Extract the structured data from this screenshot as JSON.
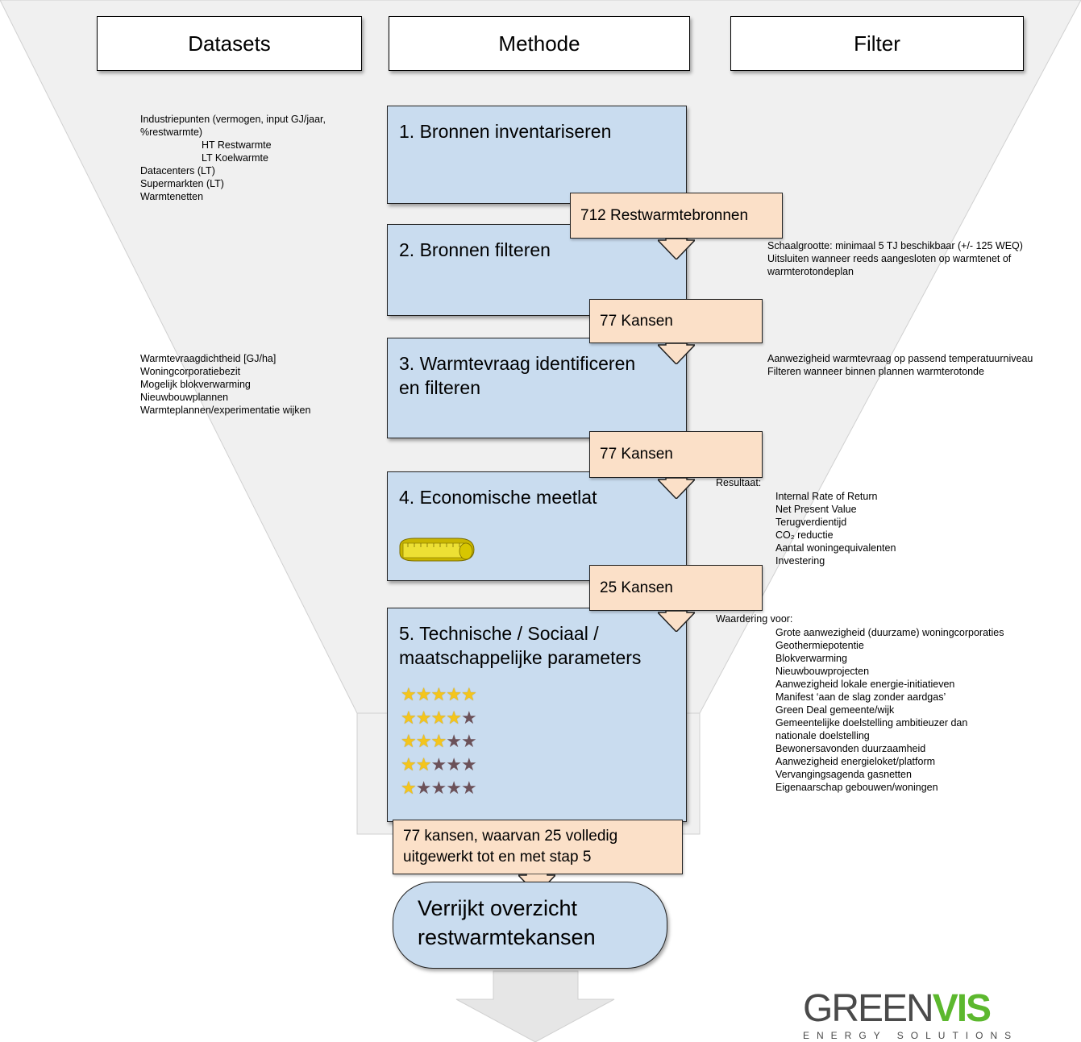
{
  "headers": {
    "datasets": "Datasets",
    "methode": "Methode",
    "filter": "Filter"
  },
  "steps": {
    "s1": "1. Bronnen inventariseren",
    "s2": "2. Bronnen filteren",
    "s3": "3. Warmtevraag identificeren en filteren",
    "s4": "4. Economische meetlat",
    "s5": "5. Technische / Sociaal / maatschappelijke parameters"
  },
  "tags": {
    "t1": "712 Restwarmtebronnen",
    "t2": "77 Kansen",
    "t3": "77 Kansen",
    "t4": "25 Kansen",
    "t5": "77 kansen, waarvan 25 volledig uitgewerkt tot en met stap 5"
  },
  "result_box": "Verrijkt overzicht restwarmtekansen",
  "bullet": "",
  "datasets_top": [
    {
      "text": "Industriepunten (vermogen, input GJ/jaar, %restwarmte)",
      "level": 1
    },
    {
      "text": "HT Restwarmte",
      "level": 2
    },
    {
      "text": "LT Koelwarmte",
      "level": 2
    },
    {
      "text": "Datacenters (LT)",
      "level": 1
    },
    {
      "text": "Supermarkten (LT)",
      "level": 1
    },
    {
      "text": "Warmtenetten",
      "level": 1
    }
  ],
  "datasets_mid": [
    "Warmtevraagdichtheid [GJ/ha]",
    "Woningcorporatiebezit",
    "Mogelijk blokverwarming",
    "Nieuwbouwplannen",
    "Warmteplannen/experimentatie wijken"
  ],
  "filter_2": [
    "Schaalgrootte: minimaal 5 TJ beschikbaar (+/- 125 WEQ)",
    "Uitsluiten wanneer reeds aangesloten op warmtenet of warmterotondeplan"
  ],
  "filter_3": [
    "Aanwezigheid warmtevraag op passend temperatuurniveau",
    "Filteren wanneer binnen plannen warmterotonde"
  ],
  "filter_4": {
    "heading": "Resultaat:",
    "items": [
      "Internal Rate of Return",
      "Net Present Value",
      "Terugverdientijd",
      "CO₂ reductie",
      "Aantal woningequivalenten",
      "Investering"
    ]
  },
  "filter_5": {
    "heading": "Waardering voor:",
    "items": [
      "Grote aanwezigheid (duurzame) woningcorporaties",
      "Geothermiepotentie",
      "Blokverwarming",
      "Nieuwbouwprojecten",
      "Aanwezigheid lokale energie-initiatieven",
      "Manifest ‘aan de slag zonder aardgas’",
      "Green Deal gemeente/wijk",
      "Gemeentelijke doelstelling ambitieuzer dan nationale doelstelling",
      "Bewonersavonden duurzaamheid",
      "Aanwezigheid energieloket/platform",
      "Vervangingsagenda gasnetten",
      "Eigenaarschap gebouwen/woningen"
    ]
  },
  "star_ratings": [
    5,
    4,
    3,
    2,
    1
  ],
  "logo": {
    "main_left": "GREEN",
    "main_right": "VIS",
    "sub": "ENERGY SOLUTIONS"
  },
  "colors": {
    "step_fill": "#c9dcef",
    "tag_fill": "#fbe0c8",
    "funnel": "#f0f0f0",
    "logo_grey": "#4a4a4a",
    "logo_green": "#5cb82e"
  }
}
